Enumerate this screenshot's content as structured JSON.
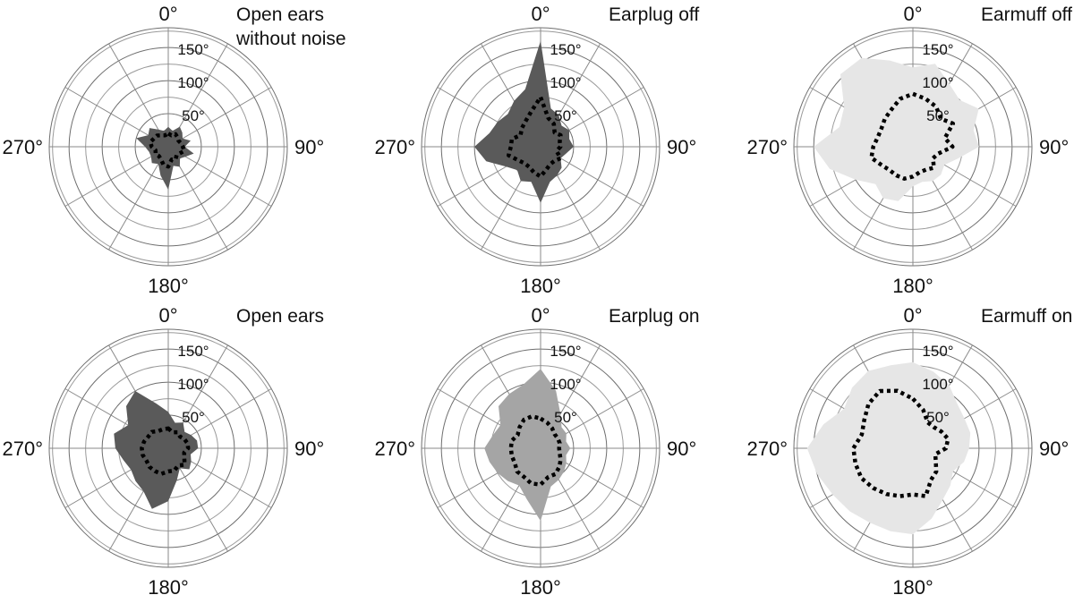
{
  "colors": {
    "dark": "#5a5a5a",
    "mid": "#a5a5a5",
    "light": "#e6e6e6",
    "mean_line": "#000000"
  },
  "chart_data": [
    {
      "type": "radar",
      "title": "Open ears\nwithout noise",
      "fill_color": "#5a5a5a",
      "angular_ticks": [
        "0°",
        "90°",
        "180°",
        "270°"
      ],
      "radial_ticks": [
        "50°",
        "100°",
        "150°"
      ],
      "rlim": [
        0,
        180
      ],
      "grid": true,
      "angles_deg": [
        0,
        15,
        30,
        45,
        60,
        75,
        90,
        105,
        120,
        135,
        150,
        165,
        180,
        195,
        210,
        225,
        240,
        255,
        270,
        285,
        300,
        315,
        330,
        345
      ],
      "series": [
        {
          "values": [
            30,
            25,
            35,
            30,
            25,
            35,
            25,
            40,
            30,
            25,
            35,
            30,
            65,
            45,
            30,
            35,
            30,
            30,
            35,
            50,
            35,
            40,
            30,
            25
          ]
        },
        {
          "values": [
            20,
            18,
            22,
            20,
            18,
            20,
            22,
            25,
            20,
            18,
            22,
            20,
            30,
            28,
            22,
            20,
            22,
            20,
            25,
            28,
            25,
            24,
            20,
            18
          ]
        }
      ]
    },
    {
      "type": "radar",
      "title": "Earplug off",
      "fill_color": "#5a5a5a",
      "angular_ticks": [
        "0°",
        "90°",
        "180°",
        "270°"
      ],
      "radial_ticks": [
        "50°",
        "100°",
        "150°"
      ],
      "rlim": [
        0,
        180
      ],
      "grid": true,
      "angles_deg": [
        0,
        15,
        30,
        45,
        60,
        75,
        90,
        105,
        120,
        135,
        150,
        165,
        180,
        195,
        210,
        225,
        240,
        255,
        270,
        285,
        300,
        315,
        330,
        345
      ],
      "series": [
        {
          "values": [
            160,
            60,
            55,
            45,
            50,
            45,
            50,
            40,
            35,
            45,
            50,
            55,
            85,
            55,
            60,
            50,
            60,
            85,
            100,
            80,
            75,
            70,
            80,
            90
          ]
        },
        {
          "values": [
            75,
            45,
            40,
            30,
            35,
            30,
            30,
            25,
            35,
            30,
            30,
            35,
            45,
            40,
            35,
            35,
            40,
            50,
            45,
            45,
            35,
            40,
            45,
            55
          ]
        }
      ]
    },
    {
      "type": "radar",
      "title": "Earmuff off",
      "fill_color": "#e6e6e6",
      "angular_ticks": [
        "0°",
        "90°",
        "180°",
        "270°"
      ],
      "radial_ticks": [
        "50°",
        "100°",
        "150°"
      ],
      "rlim": [
        0,
        180
      ],
      "grid": true,
      "angles_deg": [
        0,
        15,
        30,
        45,
        60,
        75,
        90,
        105,
        120,
        135,
        150,
        165,
        180,
        195,
        210,
        225,
        240,
        255,
        270,
        285,
        300,
        315,
        330,
        345
      ],
      "series": [
        {
          "values": [
            120,
            130,
            110,
            100,
            115,
            95,
            100,
            70,
            55,
            60,
            60,
            55,
            60,
            85,
            90,
            80,
            100,
            130,
            150,
            115,
            120,
            155,
            155,
            135
          ]
        },
        {
          "values": [
            80,
            75,
            70,
            60,
            70,
            50,
            60,
            40,
            35,
            45,
            40,
            40,
            45,
            50,
            50,
            50,
            55,
            65,
            60,
            55,
            55,
            60,
            65,
            75
          ]
        }
      ]
    },
    {
      "type": "radar",
      "title": "Open ears",
      "fill_color": "#5a5a5a",
      "angular_ticks": [
        "0°",
        "90°",
        "180°",
        "270°"
      ],
      "radial_ticks": [
        "50°",
        "100°",
        "150°"
      ],
      "rlim": [
        0,
        180
      ],
      "grid": true,
      "angles_deg": [
        0,
        15,
        30,
        45,
        60,
        75,
        90,
        105,
        120,
        135,
        150,
        165,
        180,
        195,
        210,
        225,
        240,
        255,
        270,
        285,
        300,
        315,
        330,
        345
      ],
      "series": [
        {
          "values": [
            55,
            40,
            45,
            35,
            40,
            45,
            45,
            35,
            40,
            45,
            35,
            50,
            80,
            95,
            75,
            70,
            65,
            70,
            80,
            85,
            70,
            90,
            100,
            70
          ]
        },
        {
          "values": [
            30,
            25,
            28,
            25,
            28,
            30,
            30,
            25,
            28,
            35,
            30,
            35,
            35,
            40,
            40,
            40,
            38,
            40,
            40,
            38,
            35,
            35,
            30,
            30
          ]
        }
      ]
    },
    {
      "type": "radar",
      "title": "Earplug on",
      "fill_color": "#a5a5a5",
      "angular_ticks": [
        "0°",
        "90°",
        "180°",
        "270°"
      ],
      "radial_ticks": [
        "50°",
        "100°",
        "150°"
      ],
      "rlim": [
        0,
        180
      ],
      "grid": true,
      "angles_deg": [
        0,
        15,
        30,
        45,
        60,
        75,
        90,
        105,
        120,
        135,
        150,
        165,
        180,
        195,
        210,
        225,
        240,
        255,
        270,
        285,
        300,
        315,
        330,
        345
      ],
      "series": [
        {
          "values": [
            120,
            90,
            60,
            45,
            45,
            40,
            45,
            40,
            45,
            50,
            55,
            60,
            110,
            80,
            65,
            70,
            75,
            80,
            85,
            75,
            70,
            90,
            95,
            100
          ]
        },
        {
          "values": [
            45,
            40,
            35,
            30,
            30,
            30,
            28,
            30,
            35,
            40,
            45,
            45,
            55,
            55,
            50,
            50,
            45,
            45,
            45,
            45,
            40,
            45,
            50,
            50
          ]
        }
      ]
    },
    {
      "type": "radar",
      "title": "Earmuff on",
      "fill_color": "#e6e6e6",
      "angular_ticks": [
        "0°",
        "90°",
        "180°",
        "270°"
      ],
      "radial_ticks": [
        "50°",
        "100°",
        "150°"
      ],
      "rlim": [
        0,
        180
      ],
      "grid": true,
      "angles_deg": [
        0,
        15,
        30,
        45,
        60,
        75,
        90,
        105,
        120,
        135,
        150,
        165,
        180,
        195,
        210,
        225,
        240,
        255,
        270,
        285,
        300,
        315,
        330,
        345
      ],
      "series": [
        {
          "values": [
            130,
            120,
            110,
            95,
            90,
            90,
            85,
            80,
            70,
            80,
            90,
            110,
            130,
            130,
            130,
            135,
            140,
            150,
            160,
            140,
            120,
            130,
            135,
            130
          ]
        },
        {
          "values": [
            75,
            60,
            45,
            45,
            50,
            55,
            50,
            35,
            40,
            50,
            55,
            75,
            70,
            75,
            80,
            85,
            90,
            90,
            90,
            80,
            85,
            95,
            100,
            90
          ]
        }
      ]
    }
  ]
}
